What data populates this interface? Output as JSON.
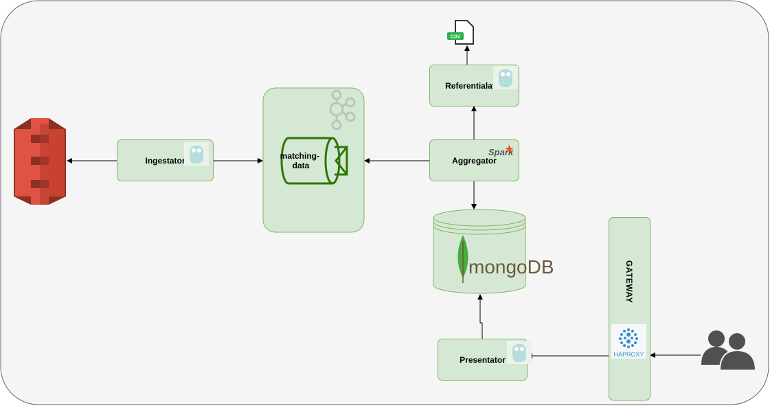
{
  "nodes": {
    "ingestator": "Ingestator",
    "matching_topic": "matching-\ndata",
    "aggregator": "Aggregator",
    "referentialator": "Referentialator",
    "presentator": "Presentator",
    "gateway": "GATEWAY"
  },
  "logos": {
    "csv_badge": "CSV",
    "spark": "Spark",
    "mongodb": "mongoDB",
    "haproxy": "HAPROXY"
  },
  "colors": {
    "node_fill": "#d5e8d4",
    "node_stroke": "#82b366",
    "topic_stroke": "#2d7600",
    "s3_red": "#e05243",
    "users_gray": "#505050",
    "canvas_bg": "#f5f5f5"
  },
  "icons": [
    "s3-bucket-icon",
    "gopher-icon",
    "kafka-icon",
    "spark-logo",
    "mongodb-logo",
    "haproxy-logo",
    "csv-file-icon",
    "users-icon"
  ]
}
